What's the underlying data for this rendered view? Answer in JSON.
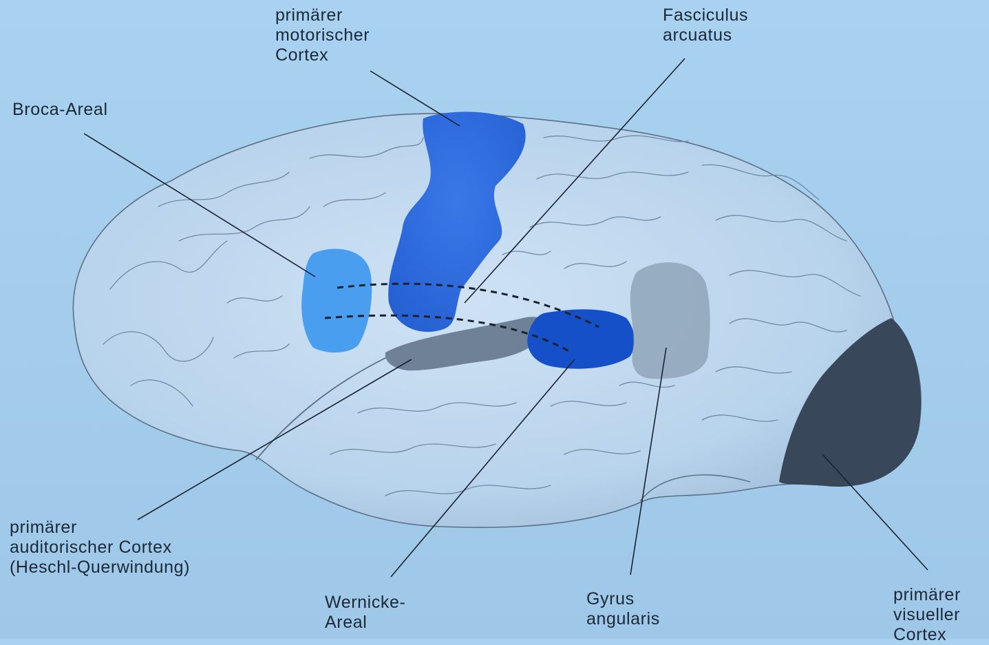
{
  "labels": {
    "motor_cortex": "primärer\nmotorischer\nCortex",
    "fasciculus": "Fasciculus\narcuatus",
    "broca": "Broca-Areal",
    "auditory_cortex": "primärer\nauditorischer Cortex\n(Heschl-Querwindung)",
    "wernicke": "Wernicke-\nAreal",
    "gyrus_angularis": "Gyrus\nangularis",
    "visual_cortex": "primärer\nvisueller\nCortex"
  },
  "colors": {
    "background": "#a6cfee",
    "brain": "#b9d4ec",
    "brain_outline": "#5b6f84",
    "motor_cortex": "#2f6fe0",
    "broca": "#4a9ef0",
    "wernicke": "#1550c8",
    "auditory_cortex": "#6f8196",
    "gyrus_angularis": "#8fa4b8",
    "visual_cortex": "#39475a",
    "leader_line": "#1a2230"
  }
}
